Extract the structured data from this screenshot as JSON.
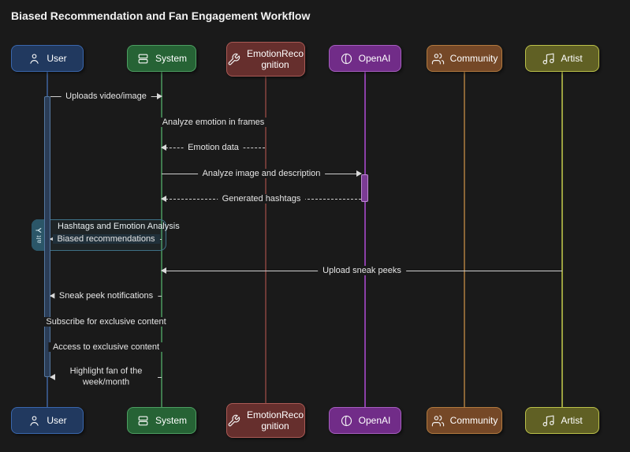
{
  "title": "Biased Recommendation and Fan Engagement Workflow",
  "colors": {
    "background": "#1a1a1a",
    "message_line": "#cfcfcf",
    "text": "#e6e6e6",
    "fragment_border": "#3e7186"
  },
  "actors": [
    {
      "name": "User",
      "icon": "person-icon",
      "fill": "#21395f",
      "border": "#3a67ad"
    },
    {
      "name": "System",
      "icon": "server-stack-icon",
      "fill": "#266335",
      "border": "#4d9e62"
    },
    {
      "name": "EmotionRecognition",
      "icon": "wrench-icon",
      "fill": "#662f2d",
      "border": "#aa5a55"
    },
    {
      "name": "OpenAI",
      "icon": "openai-circle-icon",
      "fill": "#712c88",
      "border": "#a75fc0"
    },
    {
      "name": "Community",
      "icon": "people-icon",
      "fill": "#754827",
      "border": "#b27a3f"
    },
    {
      "name": "Artist",
      "icon": "music-note-icon",
      "fill": "#606024",
      "border": "#bcc24a"
    }
  ],
  "fragment": {
    "kind": "alt",
    "icon": "branch-icon",
    "title": "Hashtags and Emotion Analysis"
  },
  "messages": [
    {
      "label": "Uploads video/image",
      "from": "User",
      "to": "System",
      "line": "solid"
    },
    {
      "label": "Analyze emotion in frames",
      "from": "System",
      "to": "EmotionRecognition",
      "line": "solid"
    },
    {
      "label": "Emotion data",
      "from": "EmotionRecognition",
      "to": "System",
      "line": "dashed"
    },
    {
      "label": "Analyze image and description",
      "from": "System",
      "to": "OpenAI",
      "line": "solid"
    },
    {
      "label": "Generated hashtags",
      "from": "OpenAI",
      "to": "System",
      "line": "dashed"
    },
    {
      "label": "Biased recommendations",
      "from": "System",
      "to": "User",
      "line": "solid"
    },
    {
      "label": "Upload sneak peeks",
      "from": "Artist",
      "to": "System",
      "line": "solid"
    },
    {
      "label": "Sneak peek notifications",
      "from": "System",
      "to": "User",
      "line": "solid"
    },
    {
      "label": "Subscribe for exclusive content",
      "from": "User",
      "to": "System",
      "line": "solid"
    },
    {
      "label": "Access to exclusive content",
      "from": "System",
      "to": "User",
      "line": "solid"
    },
    {
      "label": "Highlight fan of the week/month",
      "from": "System",
      "to": "User",
      "line": "solid"
    }
  ]
}
